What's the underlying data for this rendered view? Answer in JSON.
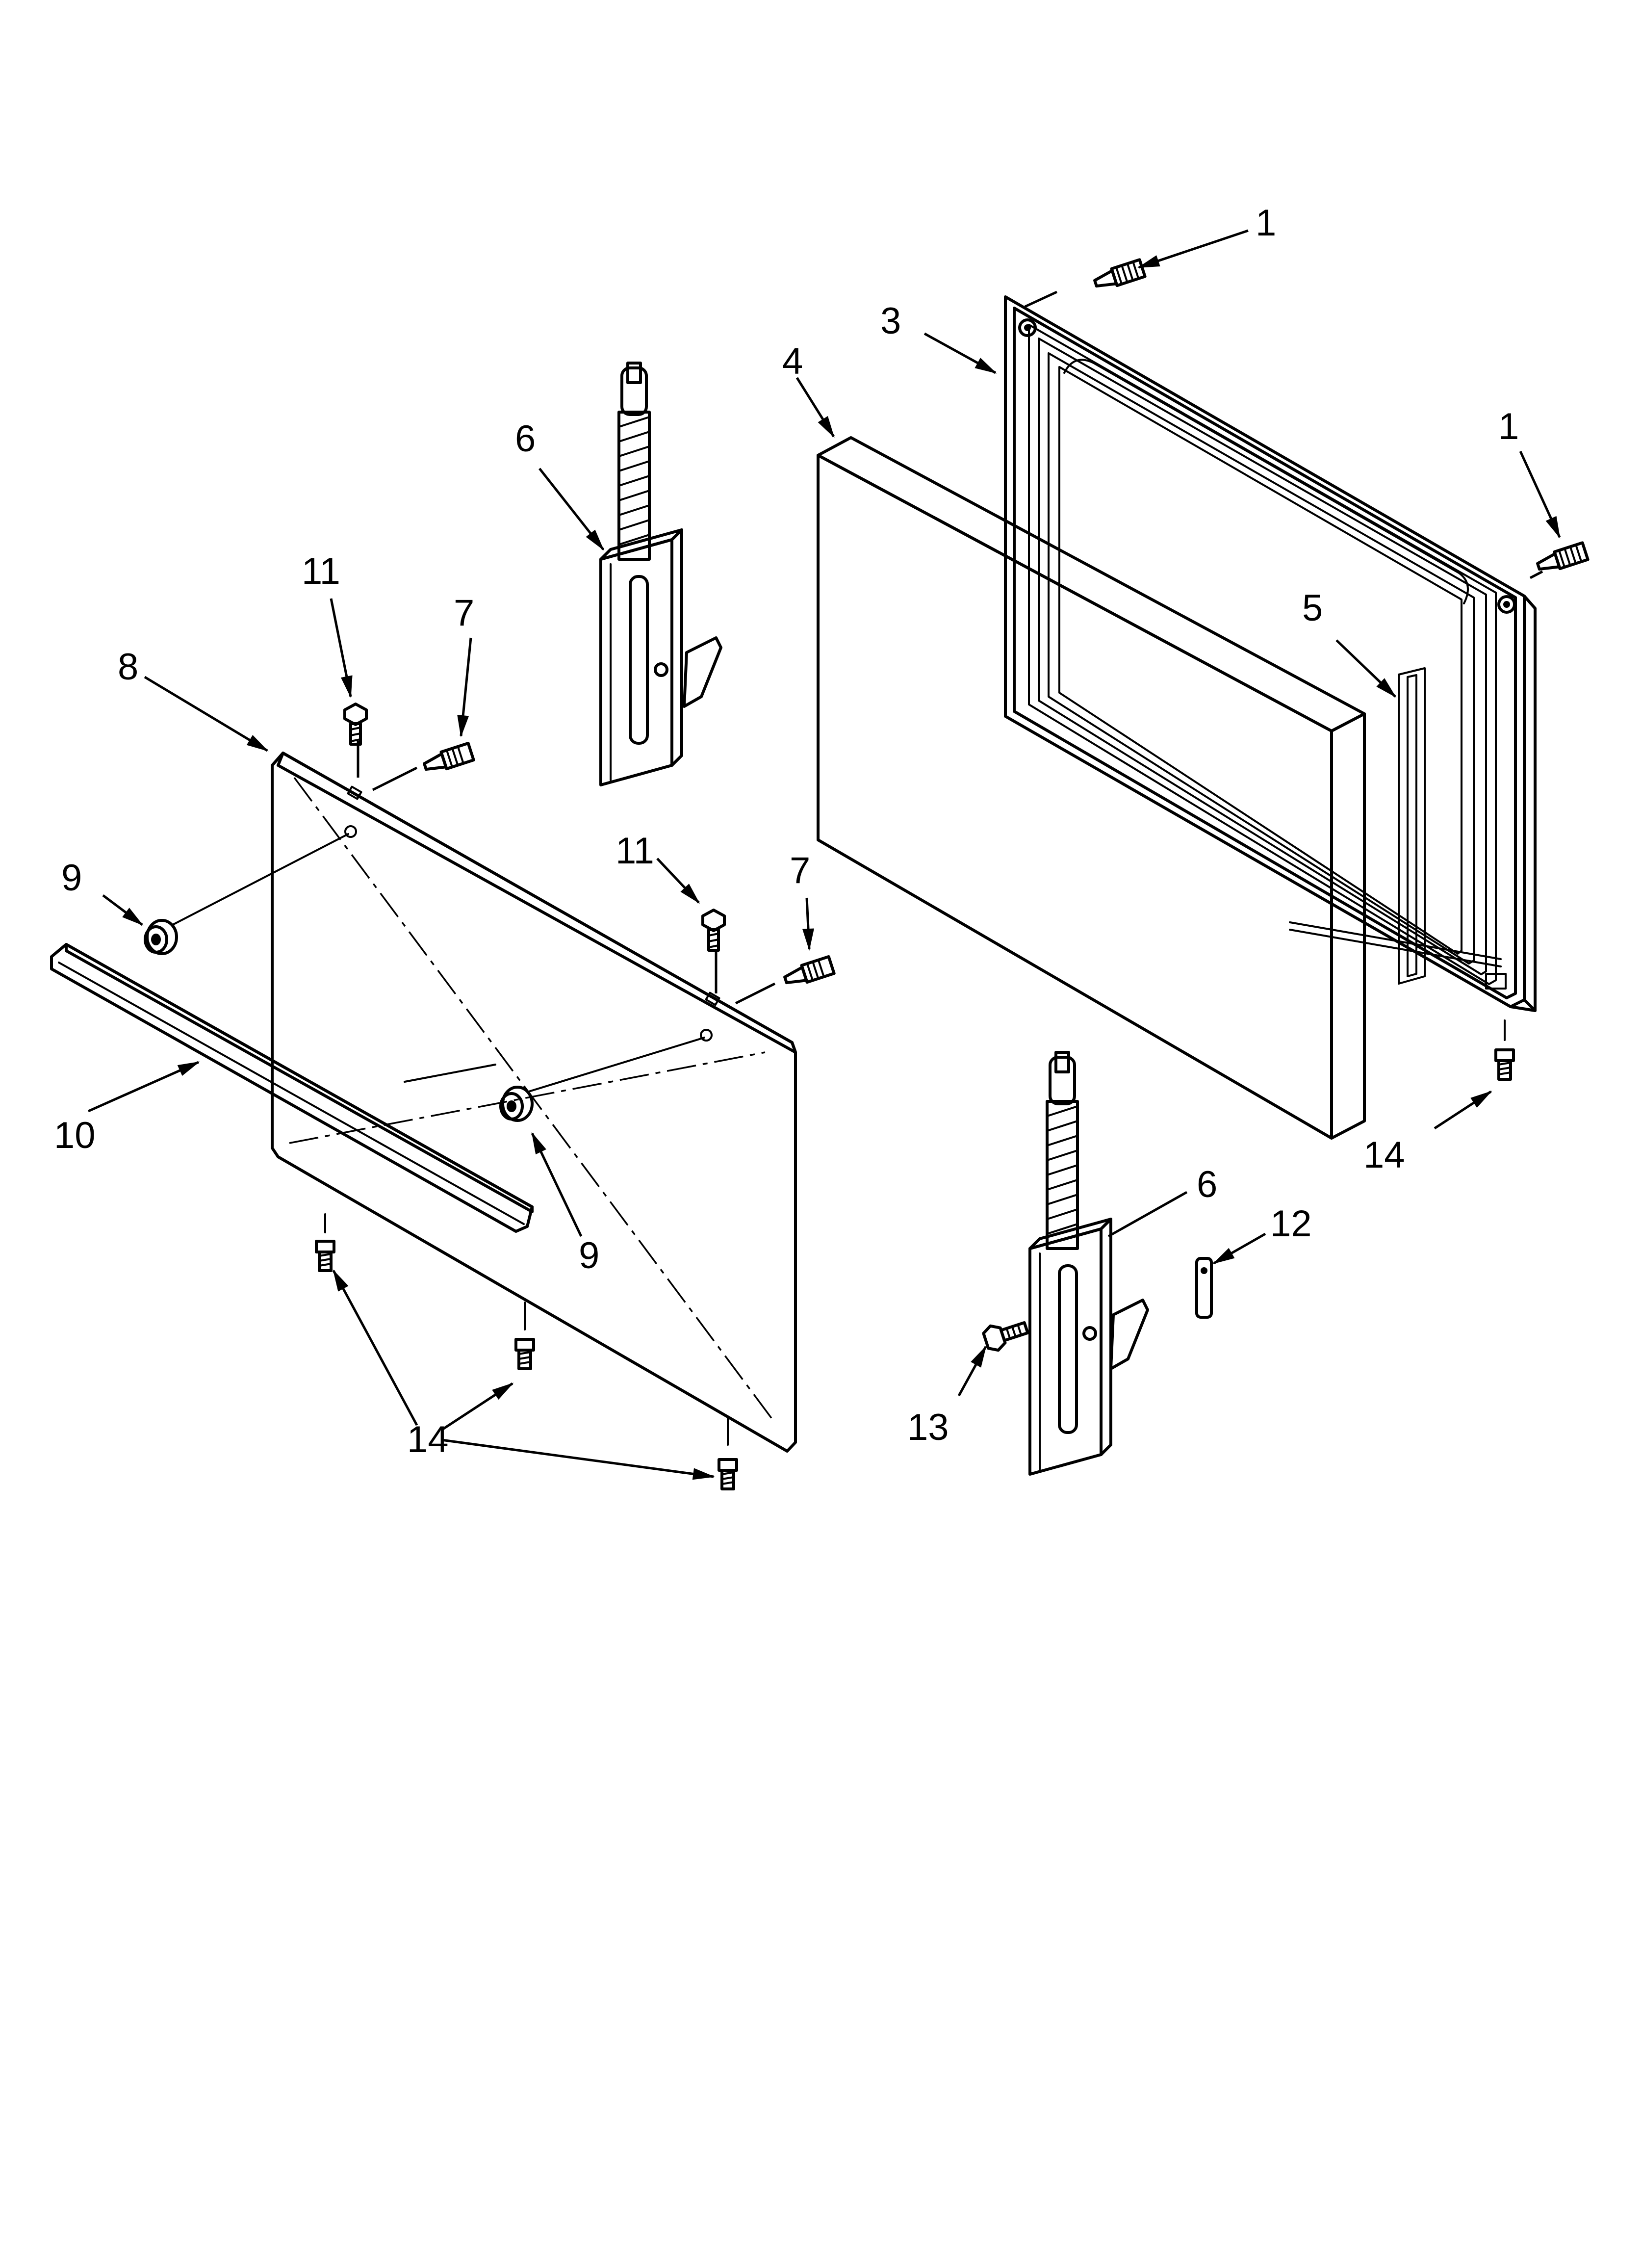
{
  "callouts": {
    "c1a": "1",
    "c1b": "1",
    "c3": "3",
    "c4": "4",
    "c5": "5",
    "c6a": "6",
    "c6b": "6",
    "c7a": "7",
    "c7b": "7",
    "c8": "8",
    "c9a": "9",
    "c9b": "9",
    "c10": "10",
    "c11a": "11",
    "c11b": "11",
    "c12": "12",
    "c13": "13",
    "c14a": "14",
    "c14b": "14"
  }
}
